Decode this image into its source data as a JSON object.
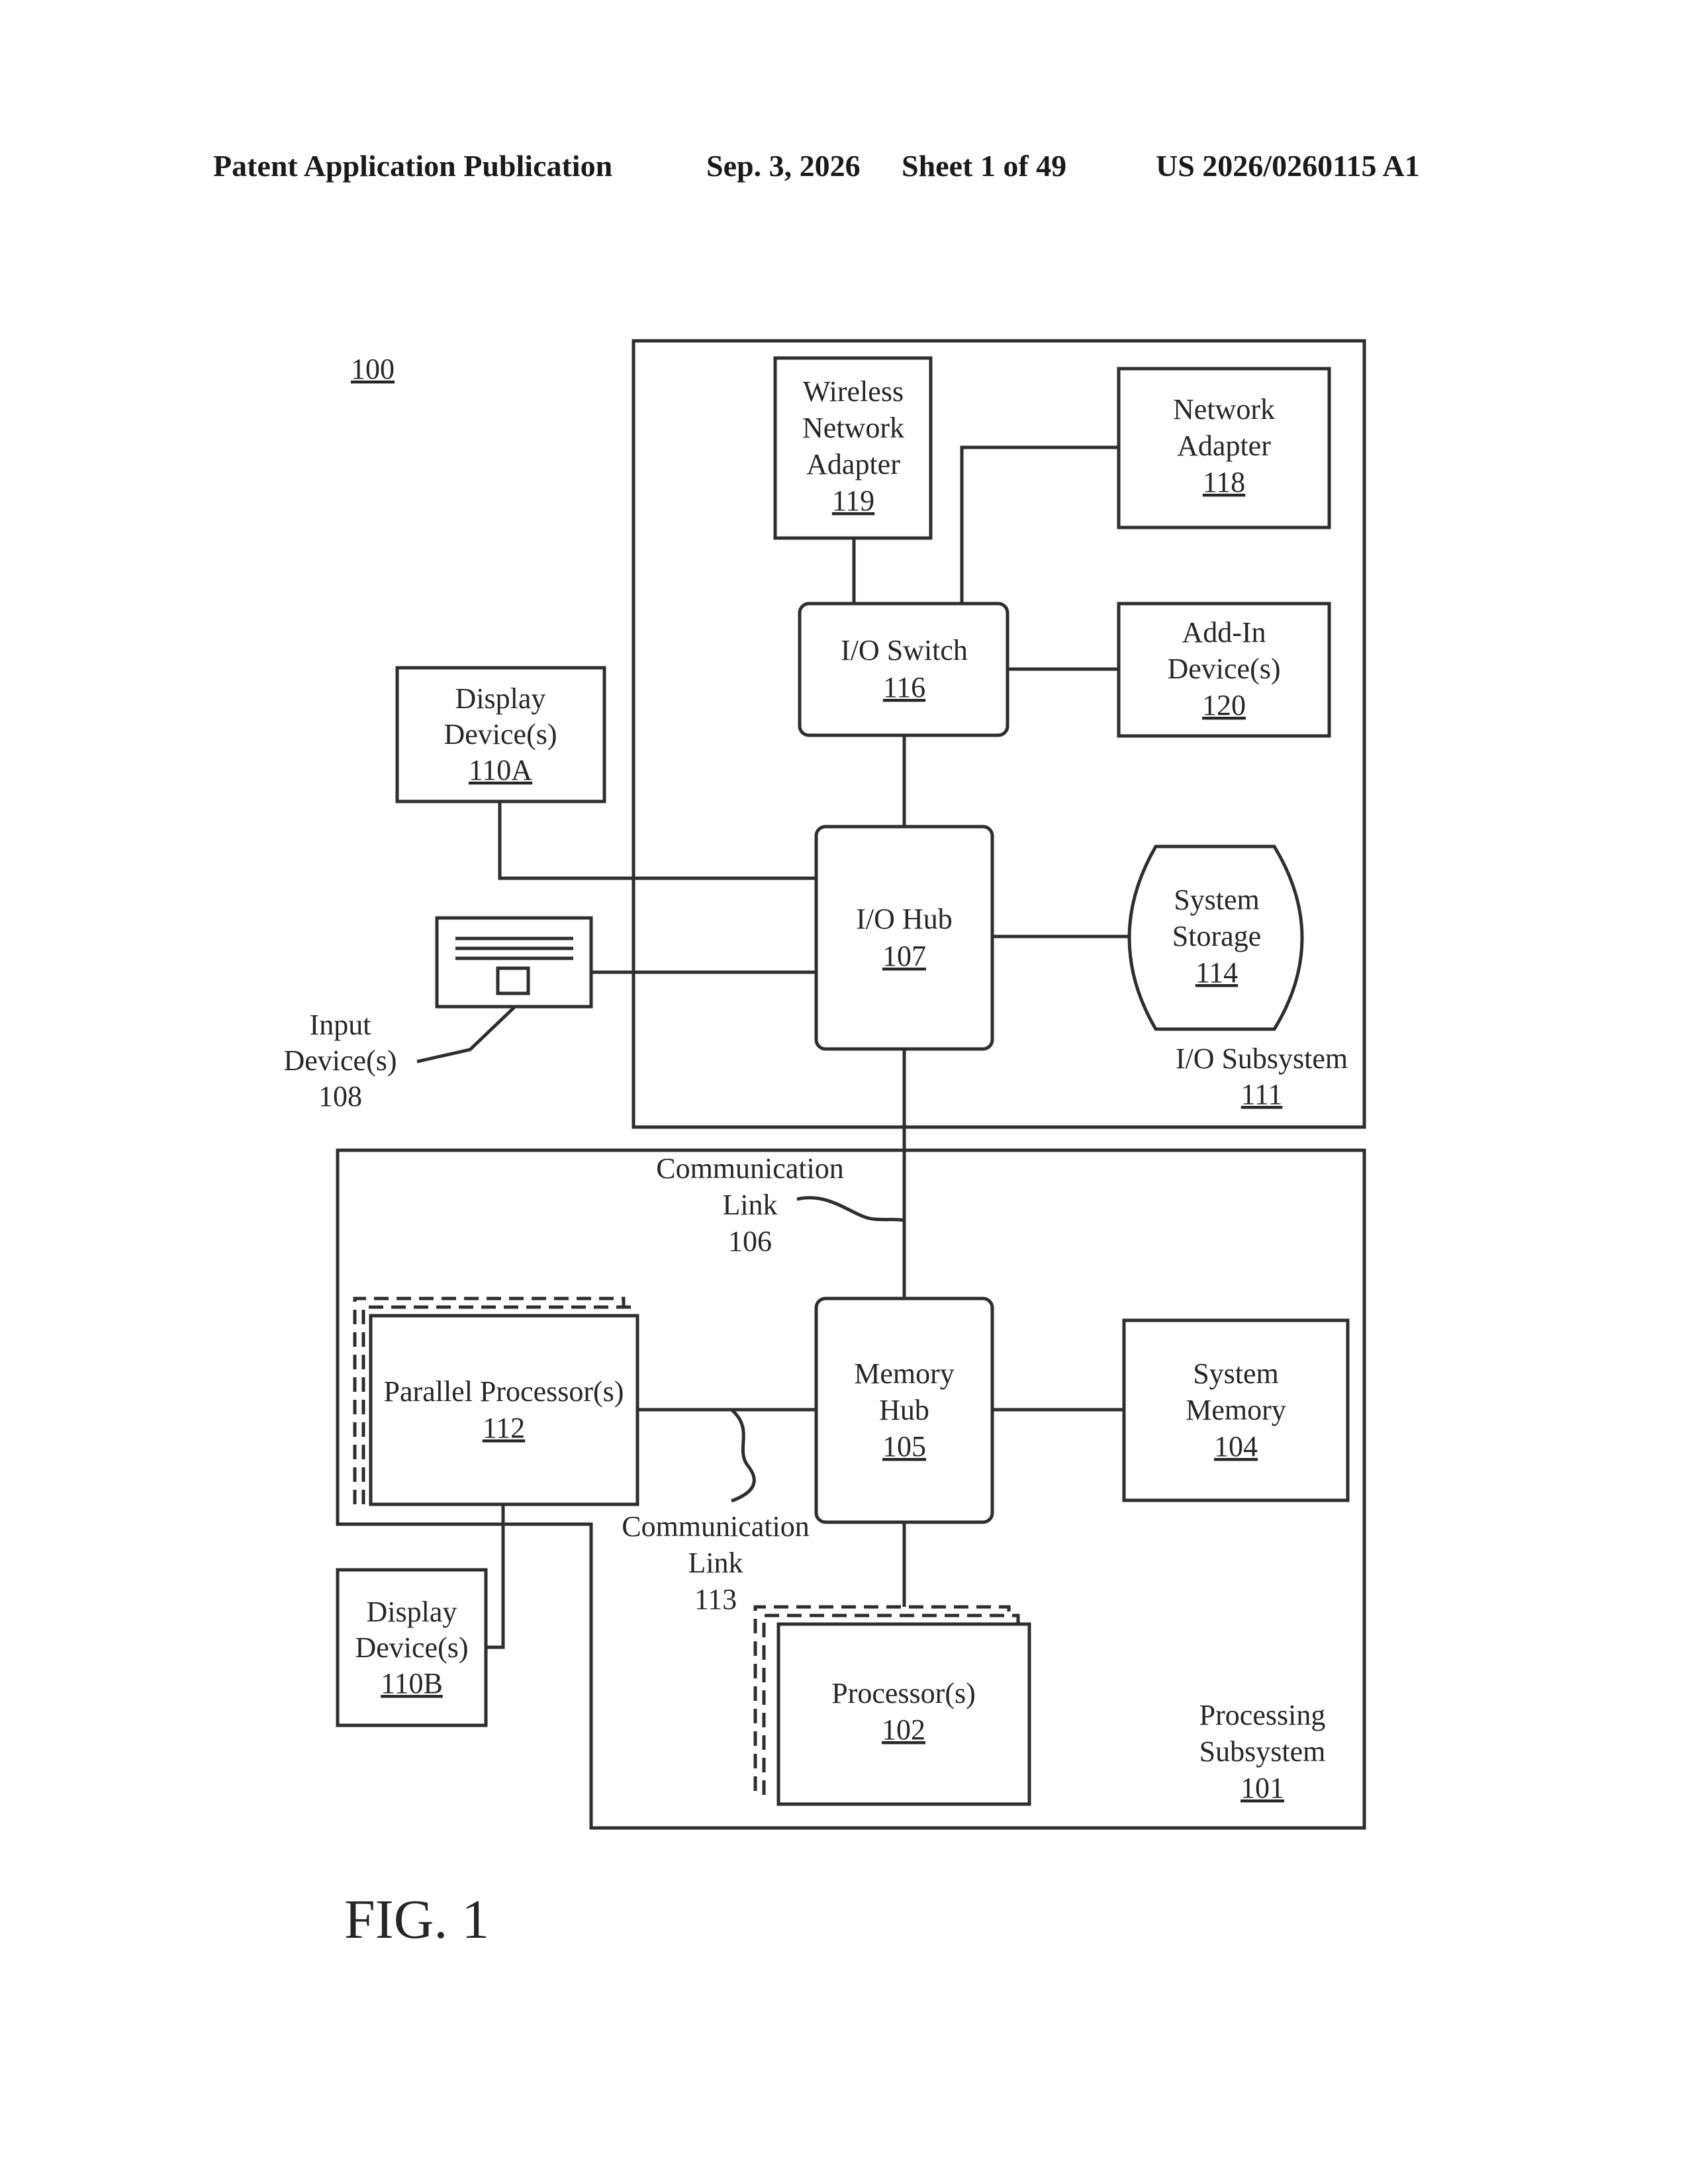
{
  "header": {
    "publication": "Patent Application Publication",
    "date": "Sep. 3, 2026",
    "sheet": "Sheet 1 of 49",
    "number": "US 2026/0260115 A1"
  },
  "diagram": {
    "ref_label": "100",
    "fig_label": "FIG. 1",
    "io_subsystem": {
      "line1": "I/O Subsystem",
      "ref": "111"
    },
    "processing_subsystem": {
      "line1": "Processing",
      "line2": "Subsystem",
      "ref": "101"
    },
    "wireless_adapter": {
      "line1": "Wireless",
      "line2": "Network",
      "line3": "Adapter",
      "ref": "119"
    },
    "network_adapter": {
      "line1": "Network",
      "line2": "Adapter",
      "ref": "118"
    },
    "io_switch": {
      "line1": "I/O Switch",
      "ref": "116"
    },
    "addin_devices": {
      "line1": "Add-In",
      "line2": "Device(s)",
      "ref": "120"
    },
    "display_a": {
      "line1": "Display",
      "line2": "Device(s)",
      "ref": "110A"
    },
    "io_hub": {
      "line1": "I/O Hub",
      "ref": "107"
    },
    "system_storage": {
      "line1": "System",
      "line2": "Storage",
      "ref": "114"
    },
    "input_devices": {
      "line1": "Input",
      "line2": "Device(s)",
      "ref": "108"
    },
    "comm_link_106": {
      "line1": "Communication",
      "line2": "Link",
      "ref": "106"
    },
    "parallel_processor": {
      "line1": "Parallel Processor(s)",
      "ref": "112"
    },
    "memory_hub": {
      "line1": "Memory",
      "line2": "Hub",
      "ref": "105"
    },
    "system_memory": {
      "line1": "System",
      "line2": "Memory",
      "ref": "104"
    },
    "comm_link_113": {
      "line1": "Communication",
      "line2": "Link",
      "ref": "113"
    },
    "display_b": {
      "line1": "Display",
      "line2": "Device(s)",
      "ref": "110B"
    },
    "processors": {
      "line1": "Processor(s)",
      "ref": "102"
    }
  }
}
